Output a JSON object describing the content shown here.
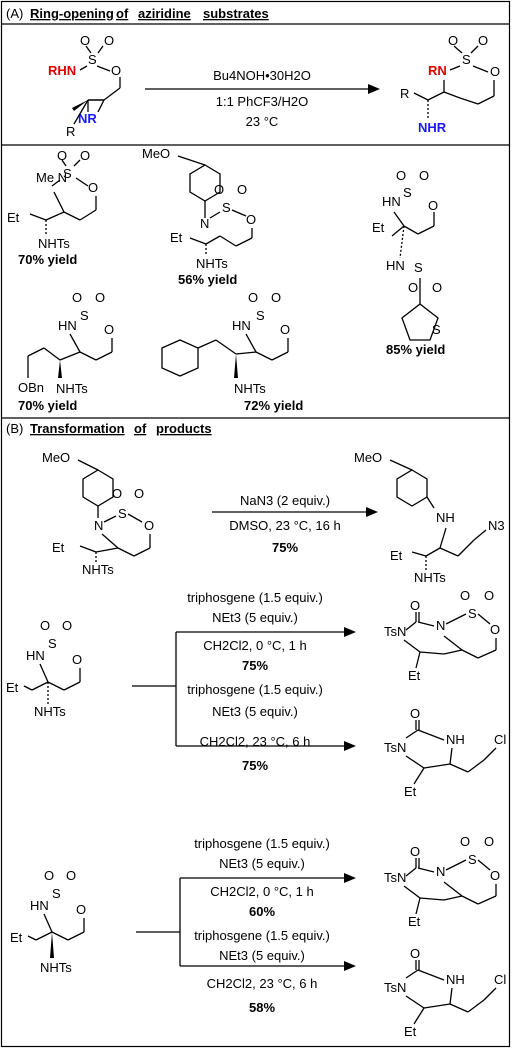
{
  "sectionA": {
    "label": "(A)",
    "title_words": [
      "Ring-opening",
      "of",
      "aziridine",
      "substrates"
    ],
    "reactant": {
      "rhn": "RHN",
      "s": "S",
      "o": "O",
      "o_ring": "O",
      "nr": "NR",
      "r": "R"
    },
    "reagent1": "Bu4NOH•30H2O",
    "reagent2": "1:1 PhCF3/H2O",
    "reagent3": "23 °C",
    "product": {
      "rn": "RN",
      "s": "S",
      "o": "O",
      "r": "R",
      "nhr": "NHR"
    }
  },
  "examples": [
    {
      "yield": "70% yield",
      "n_label": "Me N",
      "sub": "Et",
      "nhts": "NHTs"
    },
    {
      "yield": "56% yield",
      "meo": "MeO",
      "sub": "Et",
      "nhts": "NHTs"
    },
    {
      "yield": "85% yield",
      "hn": "HN",
      "sub": "Et",
      "hn2": "HN",
      "s_thio": "S"
    },
    {
      "yield": "70% yield",
      "hn": "HN",
      "obn": "OBn",
      "nhts": "NHTs"
    },
    {
      "yield": "72% yield",
      "hn": "HN",
      "nhts": "NHTs"
    }
  ],
  "sectionB": {
    "label": "(B)",
    "title_words": [
      "Transformation",
      "of",
      "products"
    ],
    "rxn1": {
      "reagent1": "NaN3 (2 equiv.)",
      "reagent2": "DMSO, 23 °C, 16 h",
      "yield": "75%",
      "meo": "MeO",
      "nh": "NH",
      "n3": "N3",
      "et": "Et",
      "nhts": "NHTs"
    },
    "rxn2": {
      "top": {
        "r1": "triphosgene (1.5 equiv.)",
        "r2": "NEt3 (5 equiv.)",
        "r3": "CH2Cl2, 0 °C, 1 h",
        "yield": "75%"
      },
      "bottom": {
        "r1": "triphosgene (1.5 equiv.)",
        "r2": "NEt3 (5 equiv.)",
        "r3": "CH2Cl2, 23 °C, 6 h",
        "yield": "75%"
      }
    },
    "rxn3": {
      "top": {
        "r1": "triphosgene (1.5 equiv.)",
        "r2": "NEt3 (5 equiv.)",
        "r3": "CH2Cl2, 0 °C, 1 h",
        "yield": "60%"
      },
      "bottom": {
        "r1": "triphosgene (1.5 equiv.)",
        "r2": "NEt3 (5 equiv.)",
        "r3": "CH2Cl2, 23 °C, 6 h",
        "yield": "58%"
      }
    },
    "labels": {
      "tsn": "TsN",
      "nh": "NH",
      "cl": "Cl",
      "et": "Et",
      "o": "O",
      "s": "S",
      "n": "N",
      "hn": "HN",
      "nhts": "NHTs"
    }
  }
}
